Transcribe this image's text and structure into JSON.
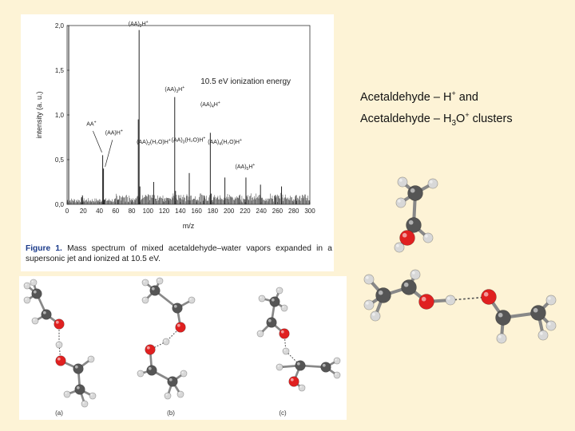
{
  "slide": {
    "title_line1": "Acetaldehyde – H",
    "title_sup1": "+",
    "title_and": " and",
    "title_line2": "Acetaldehyde – H",
    "title_sub": "3",
    "title_o": "O",
    "title_sup2": "+",
    "title_end": " clusters"
  },
  "figure": {
    "label": "Figure 1.",
    "caption": "Mass spectrum of mixed acetaldehyde–water vapors expanded in a supersonic jet and ionized at 10.5 eV."
  },
  "structures": {
    "labels": [
      "(a)",
      "(b)",
      "(c)"
    ]
  },
  "colors": {
    "background": "#fdf3d6",
    "carbon": "#555555",
    "oxygen": "#e02020",
    "hydrogen": "#d8d8d8",
    "caption_label": "#1a3a8a"
  },
  "chart_data": {
    "type": "line",
    "title": "",
    "annotation_energy": "10.5 eV ionization energy",
    "xlabel": "m/z",
    "ylabel": "intensity (a. u.)",
    "xlim": [
      0,
      300
    ],
    "ylim": [
      0,
      2.0
    ],
    "x_ticks": [
      0,
      20,
      40,
      60,
      80,
      100,
      120,
      140,
      160,
      180,
      200,
      220,
      240,
      260,
      280,
      300
    ],
    "y_ticks": [
      "0,0",
      "0,5",
      "1,0",
      "1,5",
      "2,0"
    ],
    "y_tick_values": [
      0,
      0.5,
      1.0,
      1.5,
      2.0
    ],
    "grid": false,
    "peaks": [
      {
        "x": 2,
        "y": 2.0
      },
      {
        "x": 18,
        "y": 0.08
      },
      {
        "x": 19,
        "y": 0.1
      },
      {
        "x": 44,
        "y": 0.55
      },
      {
        "x": 45,
        "y": 0.4
      },
      {
        "x": 46,
        "y": 0.05
      },
      {
        "x": 63,
        "y": 0.05
      },
      {
        "x": 88,
        "y": 0.95
      },
      {
        "x": 89,
        "y": 1.95
      },
      {
        "x": 90,
        "y": 0.2
      },
      {
        "x": 107,
        "y": 0.25
      },
      {
        "x": 125,
        "y": 0.07
      },
      {
        "x": 133,
        "y": 1.2
      },
      {
        "x": 134,
        "y": 0.15
      },
      {
        "x": 151,
        "y": 0.35
      },
      {
        "x": 169,
        "y": 0.1
      },
      {
        "x": 177,
        "y": 0.8
      },
      {
        "x": 178,
        "y": 0.12
      },
      {
        "x": 195,
        "y": 0.3
      },
      {
        "x": 213,
        "y": 0.1
      },
      {
        "x": 221,
        "y": 0.3
      },
      {
        "x": 239,
        "y": 0.22
      },
      {
        "x": 257,
        "y": 0.1
      },
      {
        "x": 265,
        "y": 0.2
      },
      {
        "x": 283,
        "y": 0.1
      }
    ],
    "annotations": [
      {
        "text": "(AA)",
        "sub": "2",
        "tail": "H",
        "sup": "+",
        "x": 88,
        "y": 2.0
      },
      {
        "text": "(AA)",
        "sub": "3",
        "tail": "H",
        "sup": "+",
        "x": 133,
        "y": 1.27
      },
      {
        "text": "(AA)",
        "sub": "4",
        "tail": "H",
        "sup": "+",
        "x": 177,
        "y": 1.1
      },
      {
        "text": "AA",
        "sub": "",
        "tail": "",
        "sup": "+",
        "x": 30,
        "y": 0.88
      },
      {
        "text": "(AA)H",
        "sub": "",
        "tail": "",
        "sup": "+",
        "x": 58,
        "y": 0.78
      },
      {
        "text": "(AA)",
        "sub": "2",
        "tail": "(H₂O)H",
        "sup": "+",
        "x": 107,
        "y": 0.68
      },
      {
        "text": "(AA)",
        "sub": "3",
        "tail": "(H₂O)H",
        "sup": "+",
        "x": 150,
        "y": 0.7
      },
      {
        "text": "(AA)",
        "sub": "4",
        "tail": "(H₂O)H",
        "sup": "+",
        "x": 195,
        "y": 0.68
      },
      {
        "text": "(AA)",
        "sub": "5",
        "tail": "H",
        "sup": "+",
        "x": 220,
        "y": 0.4
      }
    ]
  }
}
